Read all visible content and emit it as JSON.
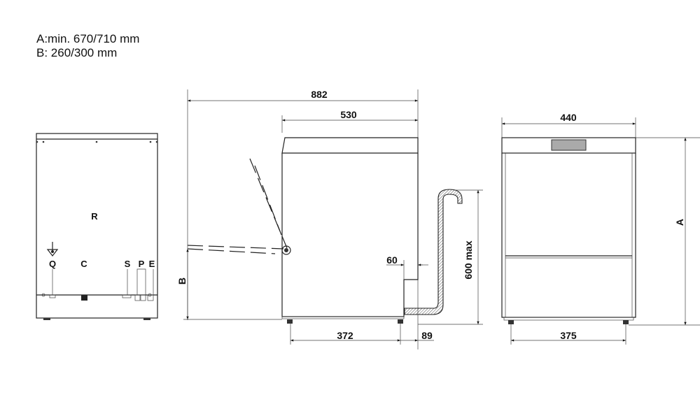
{
  "notes": {
    "a": "A:min. 670/710 mm",
    "b": "B: 260/300 mm"
  },
  "rear_view": {
    "labels": {
      "r": "R",
      "q": "Q",
      "c": "C",
      "s": "S",
      "p": "P",
      "e": "E"
    }
  },
  "side_view": {
    "dims": {
      "overall_depth": "882",
      "body_depth": "530",
      "b": "B",
      "drain_height": "600 max",
      "notch": "60",
      "feet_spacing": "372",
      "rear_offset": "89"
    }
  },
  "front_view": {
    "dims": {
      "width": "440",
      "a": "A",
      "feet_spacing": "375"
    },
    "display_color": "#aaaaaa"
  }
}
